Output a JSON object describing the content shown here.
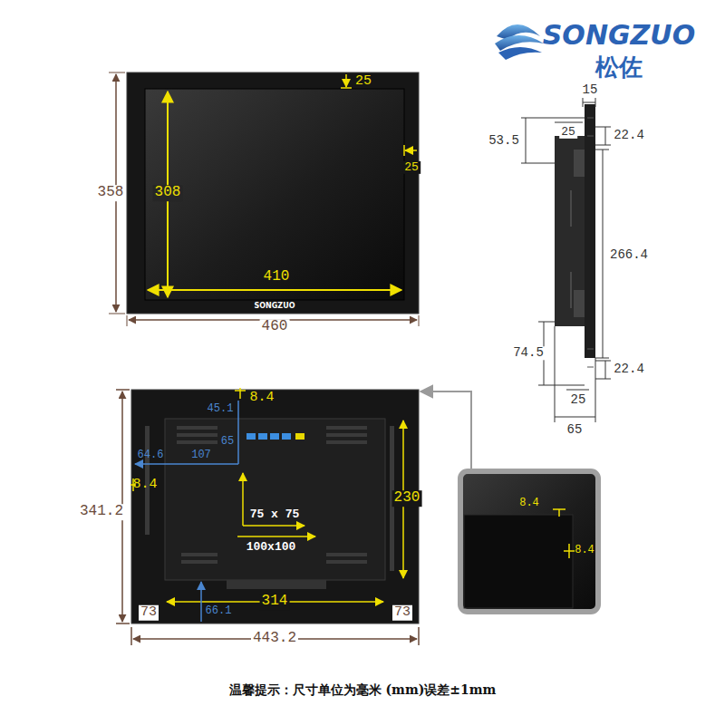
{
  "diagram": {
    "caption": "温馨提示：尺寸单位为毫米 (mm)误差±1mm",
    "labels": [
      "SONGZUO",
      "松佐",
      "25",
      "308",
      "25",
      "358",
      "410",
      "460",
      "SONGZUO",
      "15",
      "53.5",
      "25",
      "22.4",
      "266.4",
      "74.5",
      "22.4",
      "25",
      "65",
      "8.4",
      "45.1",
      "65",
      "64.6",
      "107",
      "8.4",
      "75 x 75",
      "100x100",
      "230",
      "341.2",
      "314",
      "73",
      "66.1",
      "73",
      "443.2",
      "8.4",
      "8.4"
    ]
  }
}
